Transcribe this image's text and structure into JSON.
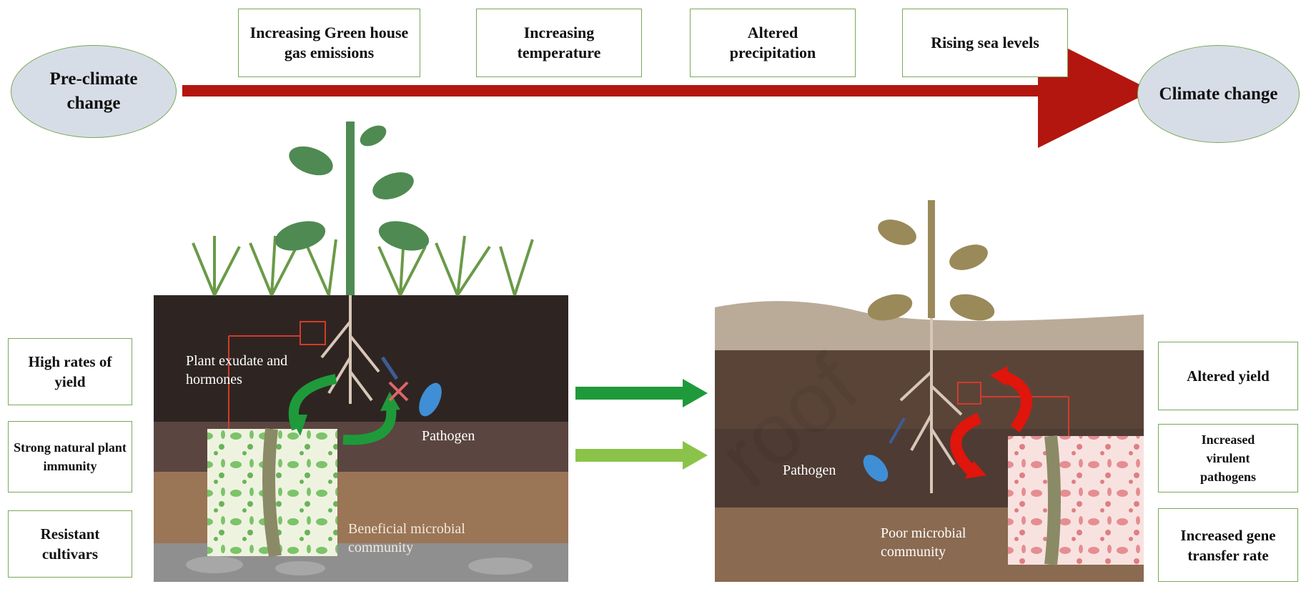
{
  "timeline": {
    "start": "Pre-climate change",
    "end": "Climate change",
    "drivers": [
      "Increasing Green house gas emissions",
      "Increasing temperature",
      "Altered precipitation",
      "Rising sea levels"
    ]
  },
  "left_outcomes": [
    "High rates of yield",
    "Strong natural plant immunity",
    "Resistant cultivars"
  ],
  "right_outcomes": [
    "Altered yield",
    "Increased virulent pathogens",
    "Increased gene transfer rate"
  ],
  "left_panel": {
    "exudate_label": "Plant exudate and hormones",
    "pathogen_label": "Pathogen",
    "microbe_label": "Beneficial microbial community"
  },
  "right_panel": {
    "pathogen_label": "Pathogen",
    "microbe_label": "Poor microbial community"
  },
  "watermark": "roof",
  "colors": {
    "timeline_arrow": "#b3160f",
    "beneficial_cycle": "#1f9a3a",
    "harmful_cycle": "#e0150c",
    "box_border": "#7aa85a",
    "oval_fill": "#d6dde6"
  }
}
